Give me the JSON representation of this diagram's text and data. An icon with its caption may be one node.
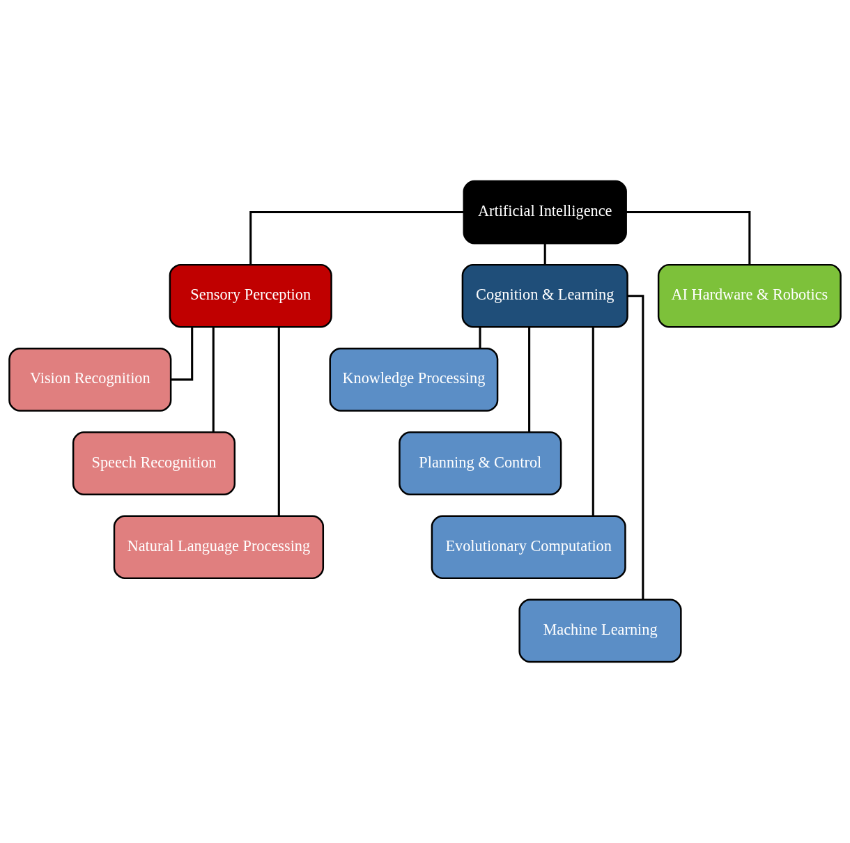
{
  "diagram": {
    "nodes": [
      {
        "text": [
          "Artificial Intelligence"
        ]
      },
      {
        "text": [
          "Sensory Perception"
        ]
      },
      {
        "text": [
          "Cognition & Learning"
        ]
      },
      {
        "text": [
          "AI Hardware & Robotics"
        ]
      },
      {
        "text": [
          "Vision Recognition"
        ]
      },
      {
        "text": [
          "Speech Recognition"
        ]
      },
      {
        "text": [
          "Natural Language Processing"
        ]
      },
      {
        "text": [
          "Knowledge Processing"
        ]
      },
      {
        "text": [
          "Planning & Control"
        ]
      },
      {
        "text": [
          "Evolutionary Computation"
        ]
      },
      {
        "text": [
          "Machine Learning"
        ]
      }
    ],
    "edges": [
      {
        "from": 0,
        "to": 1,
        "arrow": "none"
      },
      {
        "from": 0,
        "to": 2,
        "arrow": "none"
      },
      {
        "from": 0,
        "to": 3,
        "arrow": "none"
      },
      {
        "from": 1,
        "to": 4,
        "arrow": "none"
      },
      {
        "from": 1,
        "to": 5,
        "arrow": "none"
      },
      {
        "from": 1,
        "to": 6,
        "arrow": "none"
      },
      {
        "from": 2,
        "to": 7,
        "arrow": "none"
      },
      {
        "from": 2,
        "to": 8,
        "arrow": "none"
      },
      {
        "from": 2,
        "to": 9,
        "arrow": "none"
      },
      {
        "from": 2,
        "to": 10,
        "arrow": "none"
      }
    ]
  }
}
